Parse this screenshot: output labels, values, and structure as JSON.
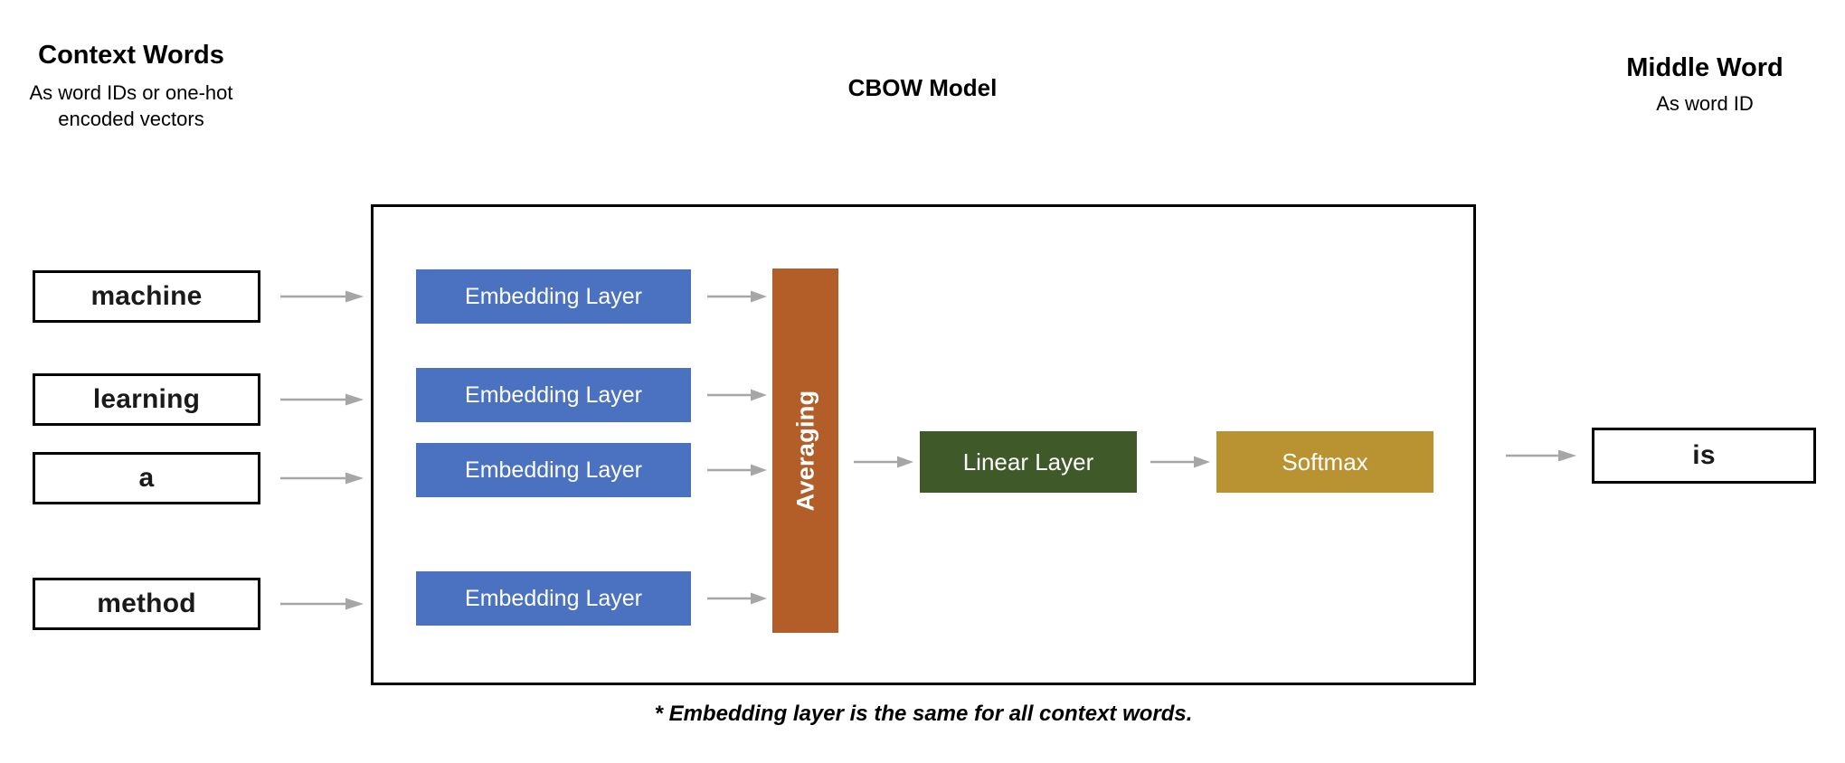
{
  "diagram": {
    "title": "CBOW Model",
    "footnote": "* Embedding layer is the same for all context words."
  },
  "left_header": {
    "title": "Context Words",
    "subtitle": "As word IDs or one-hot encoded vectors"
  },
  "right_header": {
    "title": "Middle Word",
    "subtitle": "As word ID"
  },
  "context_words": [
    {
      "label": "machine"
    },
    {
      "label": "learning"
    },
    {
      "label": "a"
    },
    {
      "label": "method"
    }
  ],
  "embedding_layers": [
    {
      "label": "Embedding Layer"
    },
    {
      "label": "Embedding Layer"
    },
    {
      "label": "Embedding Layer"
    },
    {
      "label": "Embedding Layer"
    }
  ],
  "averaging": {
    "label": "Averaging"
  },
  "linear": {
    "label": "Linear Layer"
  },
  "softmax": {
    "label": "Softmax"
  },
  "output_word": {
    "label": "is"
  },
  "colors": {
    "embedding": "#4A72C0",
    "averaging": "#B35E28",
    "linear": "#3F5A28",
    "softmax": "#B99232",
    "arrow": "#A6A6A6",
    "border": "#000000",
    "background": "#FFFFFF"
  }
}
